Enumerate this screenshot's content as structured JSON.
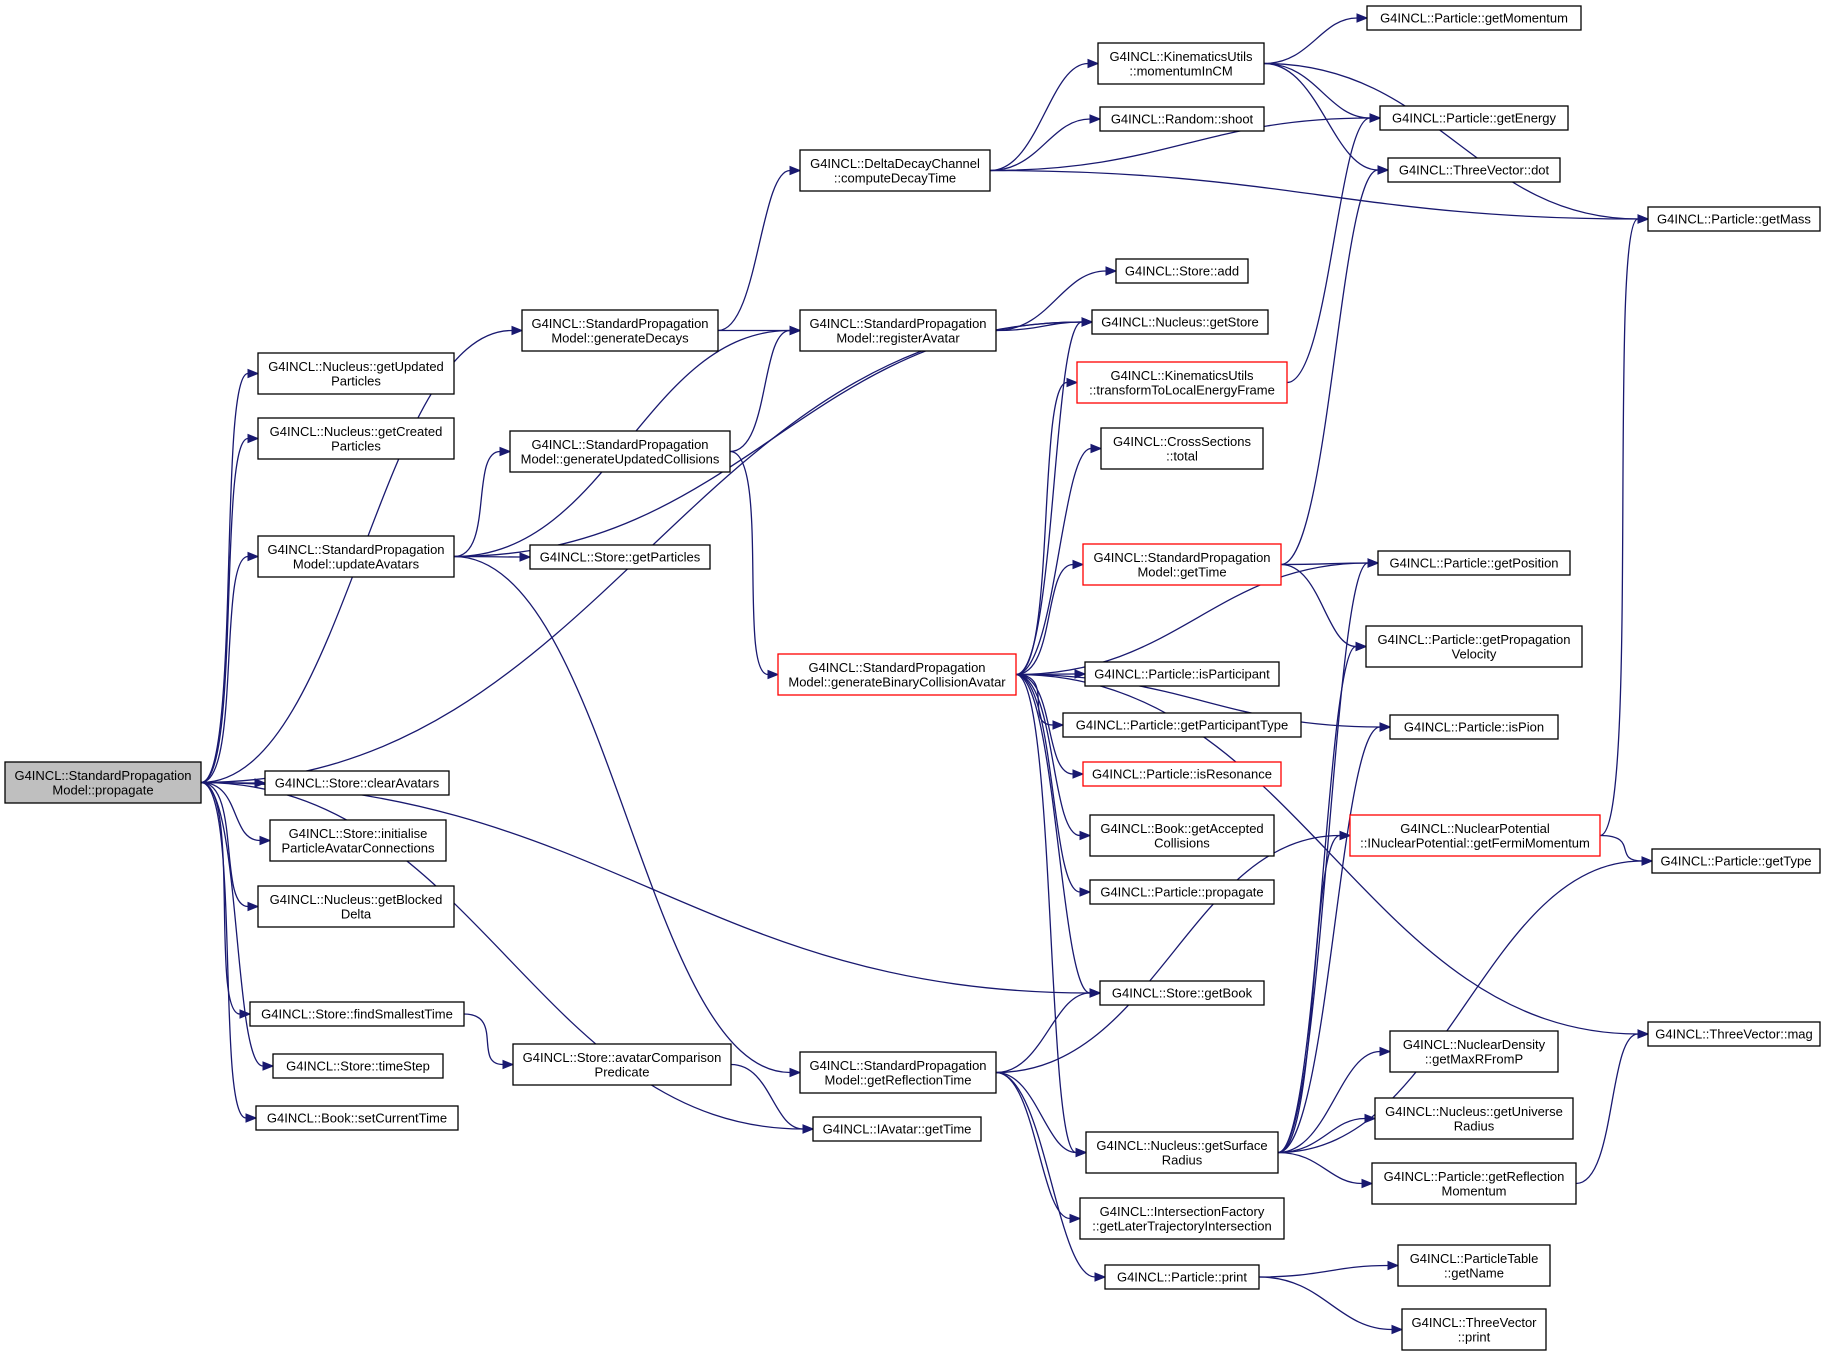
{
  "diagram": {
    "nodes": [
      {
        "id": "root",
        "lines": [
          "G4INCL::StandardPropagation",
          "Model::propagate"
        ],
        "style": "root"
      },
      {
        "id": "n1",
        "lines": [
          "G4INCL::Nucleus::getUpdated",
          "Particles"
        ],
        "style": "normal"
      },
      {
        "id": "n2",
        "lines": [
          "G4INCL::Nucleus::getCreated",
          "Particles"
        ],
        "style": "normal"
      },
      {
        "id": "n3",
        "lines": [
          "G4INCL::StandardPropagation",
          "Model::updateAvatars"
        ],
        "style": "normal"
      },
      {
        "id": "n4",
        "lines": [
          "G4INCL::Store::clearAvatars"
        ],
        "style": "normal"
      },
      {
        "id": "n5",
        "lines": [
          "G4INCL::Store::initialise",
          "ParticleAvatarConnections"
        ],
        "style": "normal"
      },
      {
        "id": "n6",
        "lines": [
          "G4INCL::Nucleus::getBlocked",
          "Delta"
        ],
        "style": "normal"
      },
      {
        "id": "n7",
        "lines": [
          "G4INCL::Store::findSmallestTime"
        ],
        "style": "normal"
      },
      {
        "id": "n8",
        "lines": [
          "G4INCL::Store::timeStep"
        ],
        "style": "normal"
      },
      {
        "id": "n9",
        "lines": [
          "G4INCL::Book::setCurrentTime"
        ],
        "style": "normal"
      },
      {
        "id": "n10",
        "lines": [
          "G4INCL::StandardPropagation",
          "Model::generateDecays"
        ],
        "style": "normal"
      },
      {
        "id": "n11",
        "lines": [
          "G4INCL::StandardPropagation",
          "Model::generateUpdatedCollisions"
        ],
        "style": "normal"
      },
      {
        "id": "n12",
        "lines": [
          "G4INCL::Store::getParticles"
        ],
        "style": "normal"
      },
      {
        "id": "n13",
        "lines": [
          "G4INCL::Store::avatarComparison",
          "Predicate"
        ],
        "style": "normal"
      },
      {
        "id": "n14",
        "lines": [
          "G4INCL::DeltaDecayChannel",
          "::computeDecayTime"
        ],
        "style": "normal"
      },
      {
        "id": "n15",
        "lines": [
          "G4INCL::StandardPropagation",
          "Model::registerAvatar"
        ],
        "style": "normal"
      },
      {
        "id": "n16",
        "lines": [
          "G4INCL::StandardPropagation",
          "Model::generateBinaryCollisionAvatar"
        ],
        "style": "red"
      },
      {
        "id": "n17",
        "lines": [
          "G4INCL::StandardPropagation",
          "Model::getReflectionTime"
        ],
        "style": "normal"
      },
      {
        "id": "n18",
        "lines": [
          "G4INCL::IAvatar::getTime"
        ],
        "style": "normal"
      },
      {
        "id": "n19",
        "lines": [
          "G4INCL::KinematicsUtils",
          "::momentumInCM"
        ],
        "style": "normal"
      },
      {
        "id": "n20",
        "lines": [
          "G4INCL::Random::shoot"
        ],
        "style": "normal"
      },
      {
        "id": "n21",
        "lines": [
          "G4INCL::Store::add"
        ],
        "style": "normal"
      },
      {
        "id": "n22",
        "lines": [
          "G4INCL::Nucleus::getStore"
        ],
        "style": "normal"
      },
      {
        "id": "n23",
        "lines": [
          "G4INCL::KinematicsUtils",
          "::transformToLocalEnergyFrame"
        ],
        "style": "red"
      },
      {
        "id": "n24",
        "lines": [
          "G4INCL::CrossSections",
          "::total"
        ],
        "style": "normal"
      },
      {
        "id": "n25",
        "lines": [
          "G4INCL::StandardPropagation",
          "Model::getTime"
        ],
        "style": "red"
      },
      {
        "id": "n26",
        "lines": [
          "G4INCL::Particle::isParticipant"
        ],
        "style": "normal"
      },
      {
        "id": "n27",
        "lines": [
          "G4INCL::Particle::getParticipantType"
        ],
        "style": "normal"
      },
      {
        "id": "n28",
        "lines": [
          "G4INCL::Particle::isResonance"
        ],
        "style": "red"
      },
      {
        "id": "n29",
        "lines": [
          "G4INCL::Book::getAccepted",
          "Collisions"
        ],
        "style": "normal"
      },
      {
        "id": "n30",
        "lines": [
          "G4INCL::Particle::propagate"
        ],
        "style": "normal"
      },
      {
        "id": "n31",
        "lines": [
          "G4INCL::Store::getBook"
        ],
        "style": "normal"
      },
      {
        "id": "n32",
        "lines": [
          "G4INCL::Nucleus::getSurface",
          "Radius"
        ],
        "style": "normal"
      },
      {
        "id": "n33",
        "lines": [
          "G4INCL::IntersectionFactory",
          "::getLaterTrajectoryIntersection"
        ],
        "style": "normal"
      },
      {
        "id": "n34",
        "lines": [
          "G4INCL::Particle::print"
        ],
        "style": "normal"
      },
      {
        "id": "n35",
        "lines": [
          "G4INCL::Particle::getMomentum"
        ],
        "style": "normal"
      },
      {
        "id": "n36",
        "lines": [
          "G4INCL::Particle::getEnergy"
        ],
        "style": "normal"
      },
      {
        "id": "n37",
        "lines": [
          "G4INCL::ThreeVector::dot"
        ],
        "style": "normal"
      },
      {
        "id": "n38",
        "lines": [
          "G4INCL::Particle::getPosition"
        ],
        "style": "normal"
      },
      {
        "id": "n39",
        "lines": [
          "G4INCL::Particle::getPropagation",
          "Velocity"
        ],
        "style": "normal"
      },
      {
        "id": "n40",
        "lines": [
          "G4INCL::Particle::isPion"
        ],
        "style": "normal"
      },
      {
        "id": "n41",
        "lines": [
          "G4INCL::NuclearPotential",
          "::INuclearPotential::getFermiMomentum"
        ],
        "style": "red"
      },
      {
        "id": "n42",
        "lines": [
          "G4INCL::NuclearDensity",
          "::getMaxRFromP"
        ],
        "style": "normal"
      },
      {
        "id": "n43",
        "lines": [
          "G4INCL::Nucleus::getUniverse",
          "Radius"
        ],
        "style": "normal"
      },
      {
        "id": "n44",
        "lines": [
          "G4INCL::Particle::getReflection",
          "Momentum"
        ],
        "style": "normal"
      },
      {
        "id": "n45",
        "lines": [
          "G4INCL::ParticleTable",
          "::getName"
        ],
        "style": "normal"
      },
      {
        "id": "n46",
        "lines": [
          "G4INCL::ThreeVector",
          "::print"
        ],
        "style": "normal"
      },
      {
        "id": "n47",
        "lines": [
          "G4INCL::Particle::getMass"
        ],
        "style": "normal"
      },
      {
        "id": "n48",
        "lines": [
          "G4INCL::Particle::getType"
        ],
        "style": "normal"
      },
      {
        "id": "n49",
        "lines": [
          "G4INCL::ThreeVector::mag"
        ],
        "style": "normal"
      }
    ],
    "edges": [
      [
        "root",
        "n1"
      ],
      [
        "root",
        "n2"
      ],
      [
        "root",
        "n3"
      ],
      [
        "root",
        "n4"
      ],
      [
        "root",
        "n5"
      ],
      [
        "root",
        "n6"
      ],
      [
        "root",
        "n7"
      ],
      [
        "root",
        "n8"
      ],
      [
        "root",
        "n9"
      ],
      [
        "root",
        "n10"
      ],
      [
        "root",
        "n22"
      ],
      [
        "root",
        "n31"
      ],
      [
        "root",
        "n18"
      ],
      [
        "n3",
        "n11"
      ],
      [
        "n3",
        "n12"
      ],
      [
        "n3",
        "n15"
      ],
      [
        "n3",
        "n17"
      ],
      [
        "n3",
        "n22"
      ],
      [
        "n10",
        "n14"
      ],
      [
        "n10",
        "n15"
      ],
      [
        "n11",
        "n15"
      ],
      [
        "n11",
        "n16"
      ],
      [
        "n7",
        "n13"
      ],
      [
        "n13",
        "n18"
      ],
      [
        "n14",
        "n19"
      ],
      [
        "n14",
        "n20"
      ],
      [
        "n14",
        "n36"
      ],
      [
        "n14",
        "n47"
      ],
      [
        "n15",
        "n21"
      ],
      [
        "n15",
        "n22"
      ],
      [
        "n16",
        "n22"
      ],
      [
        "n16",
        "n23"
      ],
      [
        "n16",
        "n24"
      ],
      [
        "n16",
        "n25"
      ],
      [
        "n16",
        "n26"
      ],
      [
        "n16",
        "n27"
      ],
      [
        "n16",
        "n28"
      ],
      [
        "n16",
        "n29"
      ],
      [
        "n16",
        "n30"
      ],
      [
        "n16",
        "n31"
      ],
      [
        "n16",
        "n32"
      ],
      [
        "n16",
        "n38"
      ],
      [
        "n16",
        "n40"
      ],
      [
        "n16",
        "n49"
      ],
      [
        "n17",
        "n31"
      ],
      [
        "n17",
        "n32"
      ],
      [
        "n17",
        "n33"
      ],
      [
        "n17",
        "n34"
      ],
      [
        "n17",
        "n41"
      ],
      [
        "n19",
        "n35"
      ],
      [
        "n19",
        "n36"
      ],
      [
        "n19",
        "n37"
      ],
      [
        "n19",
        "n47"
      ],
      [
        "n23",
        "n36"
      ],
      [
        "n25",
        "n38"
      ],
      [
        "n25",
        "n39"
      ],
      [
        "n25",
        "n37"
      ],
      [
        "n32",
        "n38"
      ],
      [
        "n32",
        "n39"
      ],
      [
        "n32",
        "n40"
      ],
      [
        "n32",
        "n41"
      ],
      [
        "n32",
        "n42"
      ],
      [
        "n32",
        "n43"
      ],
      [
        "n32",
        "n44"
      ],
      [
        "n32",
        "n48"
      ],
      [
        "n41",
        "n47"
      ],
      [
        "n41",
        "n48"
      ],
      [
        "n44",
        "n49"
      ],
      [
        "n34",
        "n45"
      ],
      [
        "n34",
        "n46"
      ]
    ]
  }
}
